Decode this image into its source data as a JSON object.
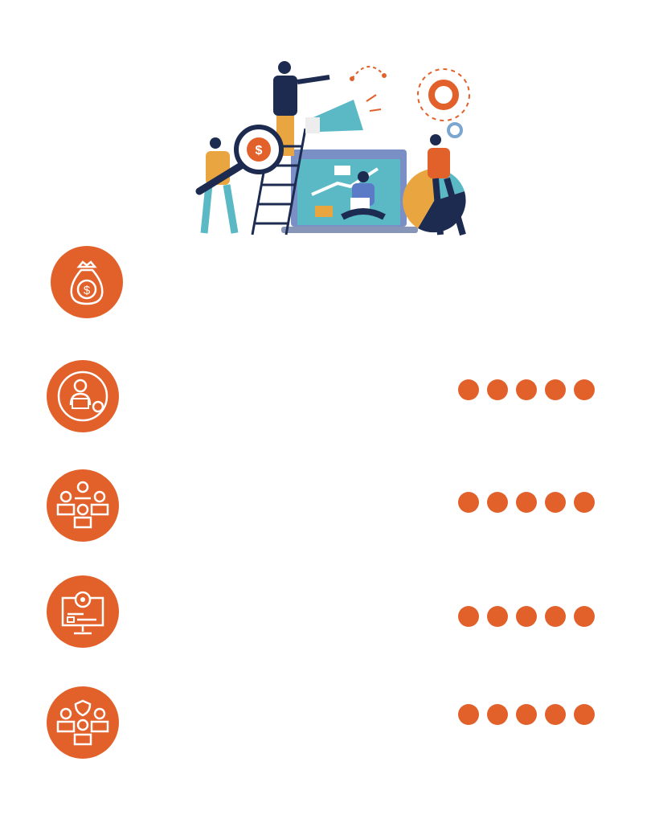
{
  "colors": {
    "accent": "#E2612B",
    "navy": "#1C2B4F",
    "teal": "#5BB9C6",
    "mustard": "#E9A640"
  },
  "illustration": {
    "name": "marketing-team-illustration"
  },
  "rows": [
    {
      "icon": "money-bag-icon",
      "dots": 0
    },
    {
      "icon": "certified-developer-icon",
      "dots": 5
    },
    {
      "icon": "team-workstations-icon",
      "dots": 5
    },
    {
      "icon": "system-settings-monitor-icon",
      "dots": 5
    },
    {
      "icon": "secure-team-network-icon",
      "dots": 5
    }
  ]
}
